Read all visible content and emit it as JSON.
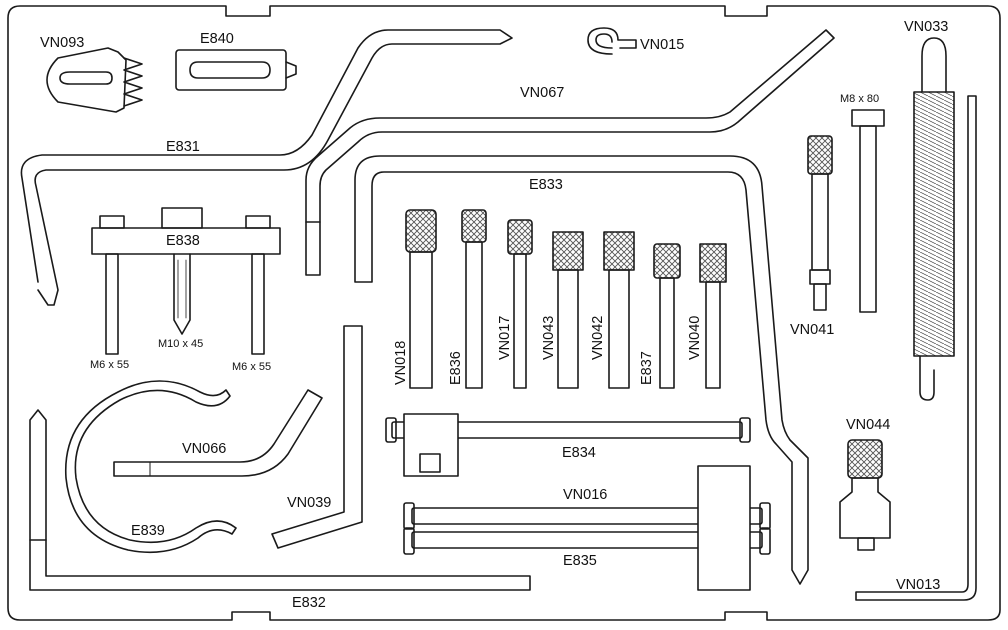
{
  "labels": {
    "vn093": "VN093",
    "e840": "E840",
    "vn015": "VN015",
    "vn033": "VN033",
    "vn067": "VN067",
    "m8x80": "M8 x 80",
    "e831": "E831",
    "e833": "E833",
    "e838": "E838",
    "m6x55_left": "M6 x 55",
    "m10x45": "M10 x 45",
    "m6x55_right": "M6 x 55",
    "vn018": "VN018",
    "e836": "E836",
    "vn017": "VN017",
    "vn043": "VN043",
    "vn042": "VN042",
    "e837": "E837",
    "vn040": "VN040",
    "vn041": "VN041",
    "vn066": "VN066",
    "e834": "E834",
    "vn044": "VN044",
    "vn039": "VN039",
    "vn016": "VN016",
    "e839": "E839",
    "e835": "E835",
    "e832": "E832",
    "vn013": "VN013"
  },
  "colors": {
    "stroke": "#1a1a1a",
    "fill": "#ffffff",
    "knurl": "#555555"
  }
}
